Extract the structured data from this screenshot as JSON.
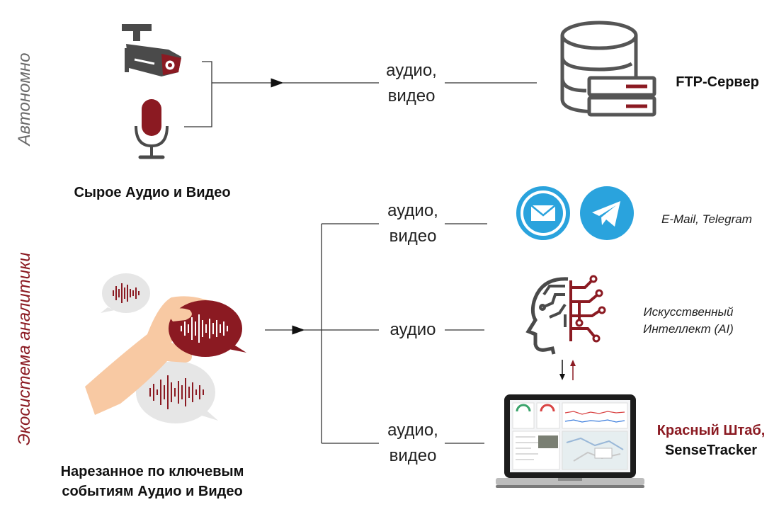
{
  "sections": {
    "autonomous": "Автономно",
    "ecosystem": "Экосистема аналитики"
  },
  "top": {
    "flow_label_line1": "аудио,",
    "flow_label_line2": "видео",
    "source_caption": "Сырое Аудио и Видео",
    "destination": "FTP-Сервер"
  },
  "bottom": {
    "source_caption_line1": "Нарезанное по ключевым",
    "source_caption_line2": "событиям Аудио и Видео",
    "branches": [
      {
        "label_line1": "аудио,",
        "label_line2": "видео",
        "destination_line1": "E-Mail, Telegram",
        "destination_line2": ""
      },
      {
        "label_line1": "аудио",
        "label_line2": "",
        "destination_line1": "Искусственный",
        "destination_line2": "Интеллект (AI)"
      },
      {
        "label_line1": "аудио,",
        "label_line2": "видео",
        "destination_line1": "Красный Штаб,",
        "destination_line2": "SenseTracker"
      }
    ]
  },
  "colors": {
    "accent_red": "#8b1a22",
    "icon_gray": "#555555",
    "telegram_blue": "#2aa3dd",
    "bubble_gray": "#e6e6e6",
    "skin": "#f8c9a3"
  },
  "icons": [
    "cctv-camera-icon",
    "microphone-icon",
    "database-server-icon",
    "email-icon",
    "telegram-icon",
    "ai-head-icon",
    "laptop-dashboard-icon",
    "hand-with-audio-bubbles-icon"
  ]
}
